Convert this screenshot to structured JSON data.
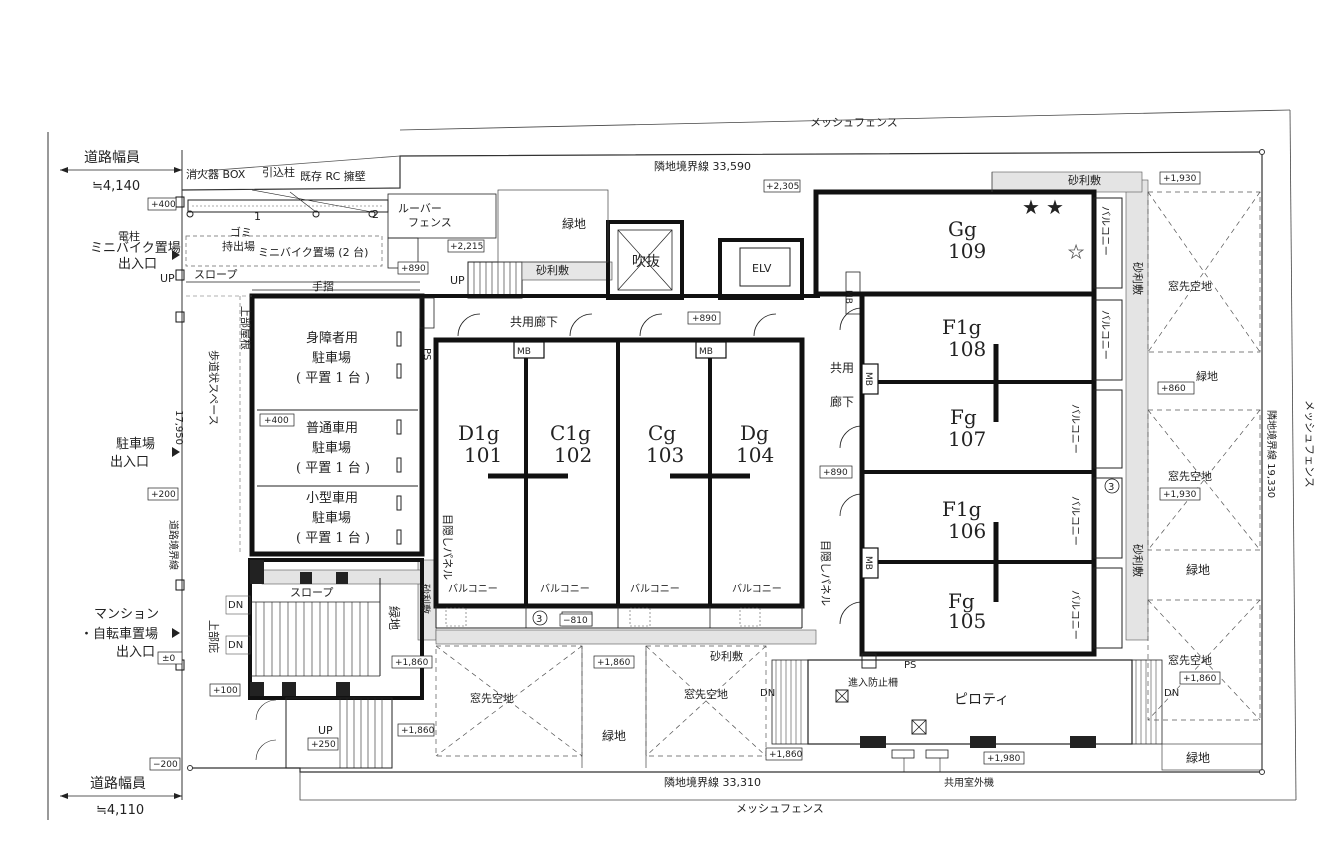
{
  "labels": {
    "mesh_fence_top": "メッシュフェンス",
    "mesh_fence_bottom": "メッシュフェンス",
    "mesh_fence_right": "メッシュフェンス",
    "boundary_top": "隣地境界線 33,590",
    "boundary_bottom": "隣地境界線 33,310",
    "boundary_right": "隣地境界線 19,330",
    "boundary_road": "道路境界線",
    "road_width_top": "道路幅員",
    "road_width_top_val": "≒4,140",
    "road_width_bottom": "道路幅員",
    "road_width_bottom_val": "≒4,110",
    "extinguisher": "消火器 BOX",
    "pull_pole": "引込柱",
    "rc_wall": "既存 RC 擁壁",
    "louver_1": "ルーバー",
    "louver_2": "フェンス",
    "pole": "電柱",
    "garbage_1": "ゴミ",
    "garbage_2": "持出場",
    "minibike_place": "ミニバイク置場 (2 台)",
    "minibike_entry_1": "ミニバイク置場",
    "minibike_entry_2": "出入口",
    "slope_top": "スロープ",
    "up_left": "UP",
    "handrail": "手摺",
    "upper_roof": "上部屋根",
    "walkway": "歩道状スペース",
    "dim_17950": "17,950",
    "parking_entry_1": "駐車場",
    "parking_entry_2": "出入口",
    "p1_l1": "身障者用",
    "p1_l2": "駐車場",
    "p1_l3": "( 平置 1 台 )",
    "p2_l1": "普通車用",
    "p2_l2": "駐車場",
    "p2_l3": "( 平置 1 台 )",
    "p3_l1": "小型車用",
    "p3_l2": "駐車場",
    "p3_l3": "( 平置 1 台 )",
    "mansion_entry_1": "マンション",
    "mansion_entry_2": "・自転車置場",
    "mansion_entry_3": "出入口",
    "upper_eave": "上部庇",
    "slope_mid": "スロープ",
    "dn_1": "DN",
    "dn_2": "DN",
    "up_bottom": "UP",
    "green_1": "緑地",
    "green_2": "緑地",
    "green_3": "緑地",
    "green_4": "緑地",
    "green_5": "緑地",
    "green_6": "緑地",
    "gravel_1": "砂利敷",
    "gravel_2": "砂利敷",
    "gravel_3": "砂利敷",
    "gravel_4": "砂利敷",
    "gravel_5": "砂利敷",
    "gravel_6": "砂利敷",
    "void": "吹抜",
    "elv": "ELV",
    "corridor_top": "共用廊下",
    "corridor_side_1": "共用",
    "corridor_side_2": "廊下",
    "ps_1": "PS",
    "ps_2": "PS",
    "mb": "MB",
    "screen_panel": "目隠しパネル",
    "balcony": "バルコニー",
    "window_space": "窓先空地",
    "pilotis": "ピロティ",
    "intrusion_fence": "進入防止柵",
    "outdoor_unit": "共用室外機",
    "up_stair": "UP",
    "dn_pilotis_left": "DN",
    "dn_pilotis_right": "DN",
    "circle_3": "3",
    "mark_1": "1",
    "mark_2": "2"
  },
  "elevations": {
    "e400_a": "+400",
    "e400_b": "+400",
    "e2305": "+2,305",
    "e2215": "+2,215",
    "e890_a": "+890",
    "e890_b": "+890",
    "e890_c": "+890",
    "e1930_a": "+1,930",
    "e1930_b": "+1,930",
    "e860": "+860",
    "e200": "+200",
    "e810": "−810",
    "e1860_a": "+1,860",
    "e1860_b": "+1,860",
    "e1860_c": "+1,860",
    "e1860_d": "+1,860",
    "e1860_e": "+1,860",
    "e0": "±0",
    "e100": "+100",
    "e250": "+250",
    "em200": "−200",
    "e1980": "+1,980"
  },
  "units": [
    {
      "type": "D1g",
      "number": "101"
    },
    {
      "type": "C1g",
      "number": "102"
    },
    {
      "type": "Cg",
      "number": "103"
    },
    {
      "type": "Dg",
      "number": "104"
    },
    {
      "type": "Fg",
      "number": "105"
    },
    {
      "type": "F1g",
      "number": "106"
    },
    {
      "type": "Fg",
      "number": "107"
    },
    {
      "type": "F1g",
      "number": "108"
    },
    {
      "type": "Gg",
      "number": "109"
    }
  ]
}
